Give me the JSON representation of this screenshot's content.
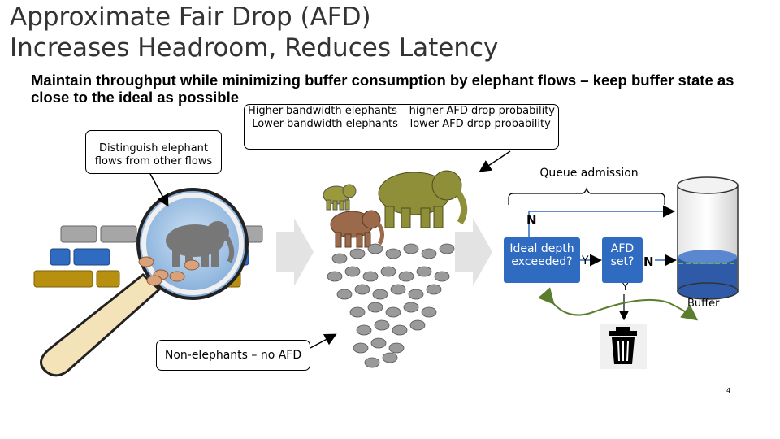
{
  "slide": {
    "title_line1": "Approximate Fair Drop (AFD)",
    "title_line2": "Increases Headroom, Reduces Latency",
    "subtitle": "Maintain throughput while minimizing buffer consumption by elephant flows – keep buffer state as close to the ideal as possible",
    "page_number": "4"
  },
  "callouts": {
    "distinguish": "Distinguish elephant flows from other flows",
    "bandwidth_line1": "Higher-bandwidth elephants – higher AFD drop probability",
    "bandwidth_line2": "Lower-bandwidth elephants – lower AFD drop probability",
    "non_elephants": "Non-elephants – no AFD"
  },
  "flow": {
    "queue_admission": "Queue admission",
    "ideal_depth_line1": "Ideal depth",
    "ideal_depth_line2": "exceeded?",
    "afd_line1": "AFD",
    "afd_line2": "set?",
    "label_n_top": "N",
    "label_y_ideal": "Y",
    "label_n_afd": "N",
    "label_y_afd": "Y",
    "buffer": "Buffer"
  },
  "colors": {
    "decision_box": "#2f6cc1",
    "buffer_fill": "#2e5aa8",
    "arrow_green": "#5a7e2e",
    "packet_gray": "#a6a6a6",
    "packet_blue": "#2f6cc1",
    "packet_gold": "#b8900f"
  },
  "icons": {
    "magnifier": "magnifying-glass-icon",
    "trash": "trash-can-icon",
    "elephant": "elephant-icon",
    "mouse": "mouse-icon"
  }
}
